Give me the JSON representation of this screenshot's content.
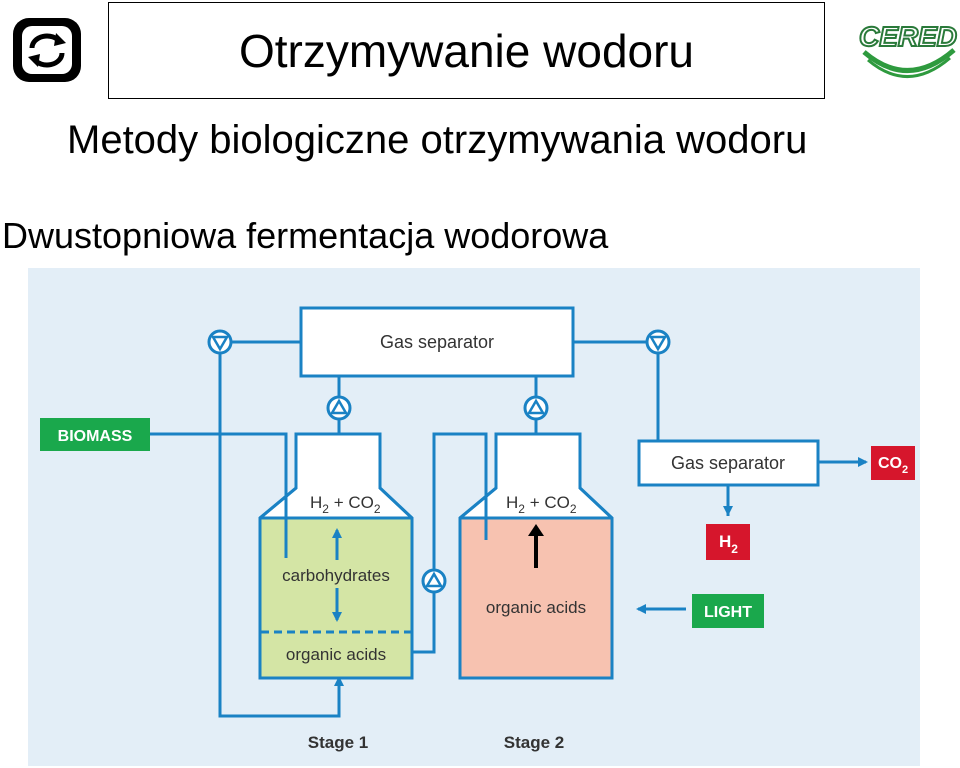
{
  "header": {
    "title": "Otrzymywanie wodoru",
    "left_logo_icon": "recycle-arrows-icon",
    "right_logo_text": "CERED"
  },
  "subtitle": "Metody biologiczne otrzymywania wodoru",
  "section_title": "Dwustopniowa fermentacja wodorowa",
  "diagram": {
    "top_separator": "Gas separator",
    "right_separator": "Gas separator",
    "biomass": "BIOMASS",
    "co2_output": "CO",
    "co2_output_sub": "2",
    "h2_output": "H",
    "h2_output_sub": "2",
    "light": "LIGHT",
    "stage1_gas": "H",
    "stage1_gas_sub1": "2",
    "stage1_gas_mid": " + CO",
    "stage1_gas_sub2": "2",
    "stage2_gas": "H",
    "stage2_gas_sub1": "2",
    "stage2_gas_mid": " + CO",
    "stage2_gas_sub2": "2",
    "stage1_top_content": "carbohydrates",
    "stage1_bottom_content": "organic acids",
    "stage2_content": "organic acids",
    "stage1_label": "Stage 1",
    "stage2_label": "Stage 2",
    "colors": {
      "background": "#e3eef7",
      "line": "#1a82c4",
      "green_label": "#1aa84c",
      "red_label": "#d6162c",
      "stage1_fill": "#d4e5a5",
      "stage2_fill": "#f7c2b0",
      "text": "#333333"
    }
  }
}
